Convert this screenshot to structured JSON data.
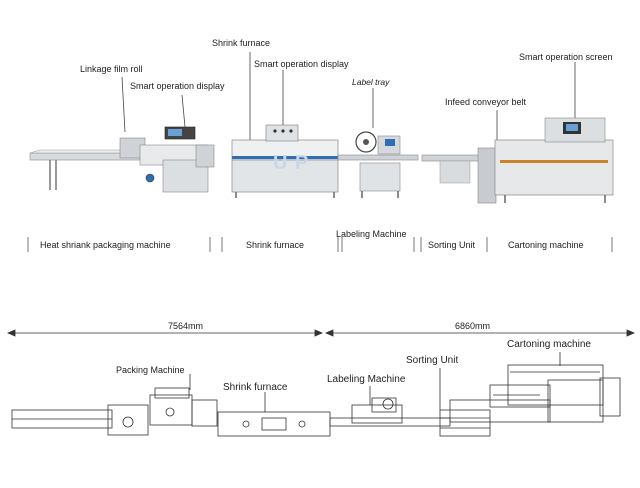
{
  "top_callouts": {
    "shrink_furnace": "Shrink furnace",
    "linkage_film_roll": "Linkage film roll",
    "smart_display_1": "Smart operation display",
    "smart_display_2": "Smart operation display",
    "label_tray": "Label tray",
    "smart_screen": "Smart operation screen",
    "infeed_belt": "Infeed conveyor belt"
  },
  "watermark": "U P",
  "section_labels": {
    "heat_shrink": "Heat shriank packaging machine",
    "shrink_furnace": "Shrink furnace",
    "labeling": "Labeling Machine",
    "sorting": "Sorting Unit",
    "cartoning": "Cartoning machine"
  },
  "dimensions": {
    "left": "7564mm",
    "right": "6860mm"
  },
  "plan_labels": {
    "packing": "Packing Machine",
    "shrink": "Shrink furnace",
    "labeling": "Labeling Machine",
    "sorting": "Sorting Unit",
    "cartoning": "Cartoning machine"
  },
  "colors": {
    "line": "#333333",
    "machine_body": "#e4e6e8",
    "steel": "#b9bec4",
    "blue_stripe": "#2f6db5",
    "watermark": "#c5d9ea"
  }
}
